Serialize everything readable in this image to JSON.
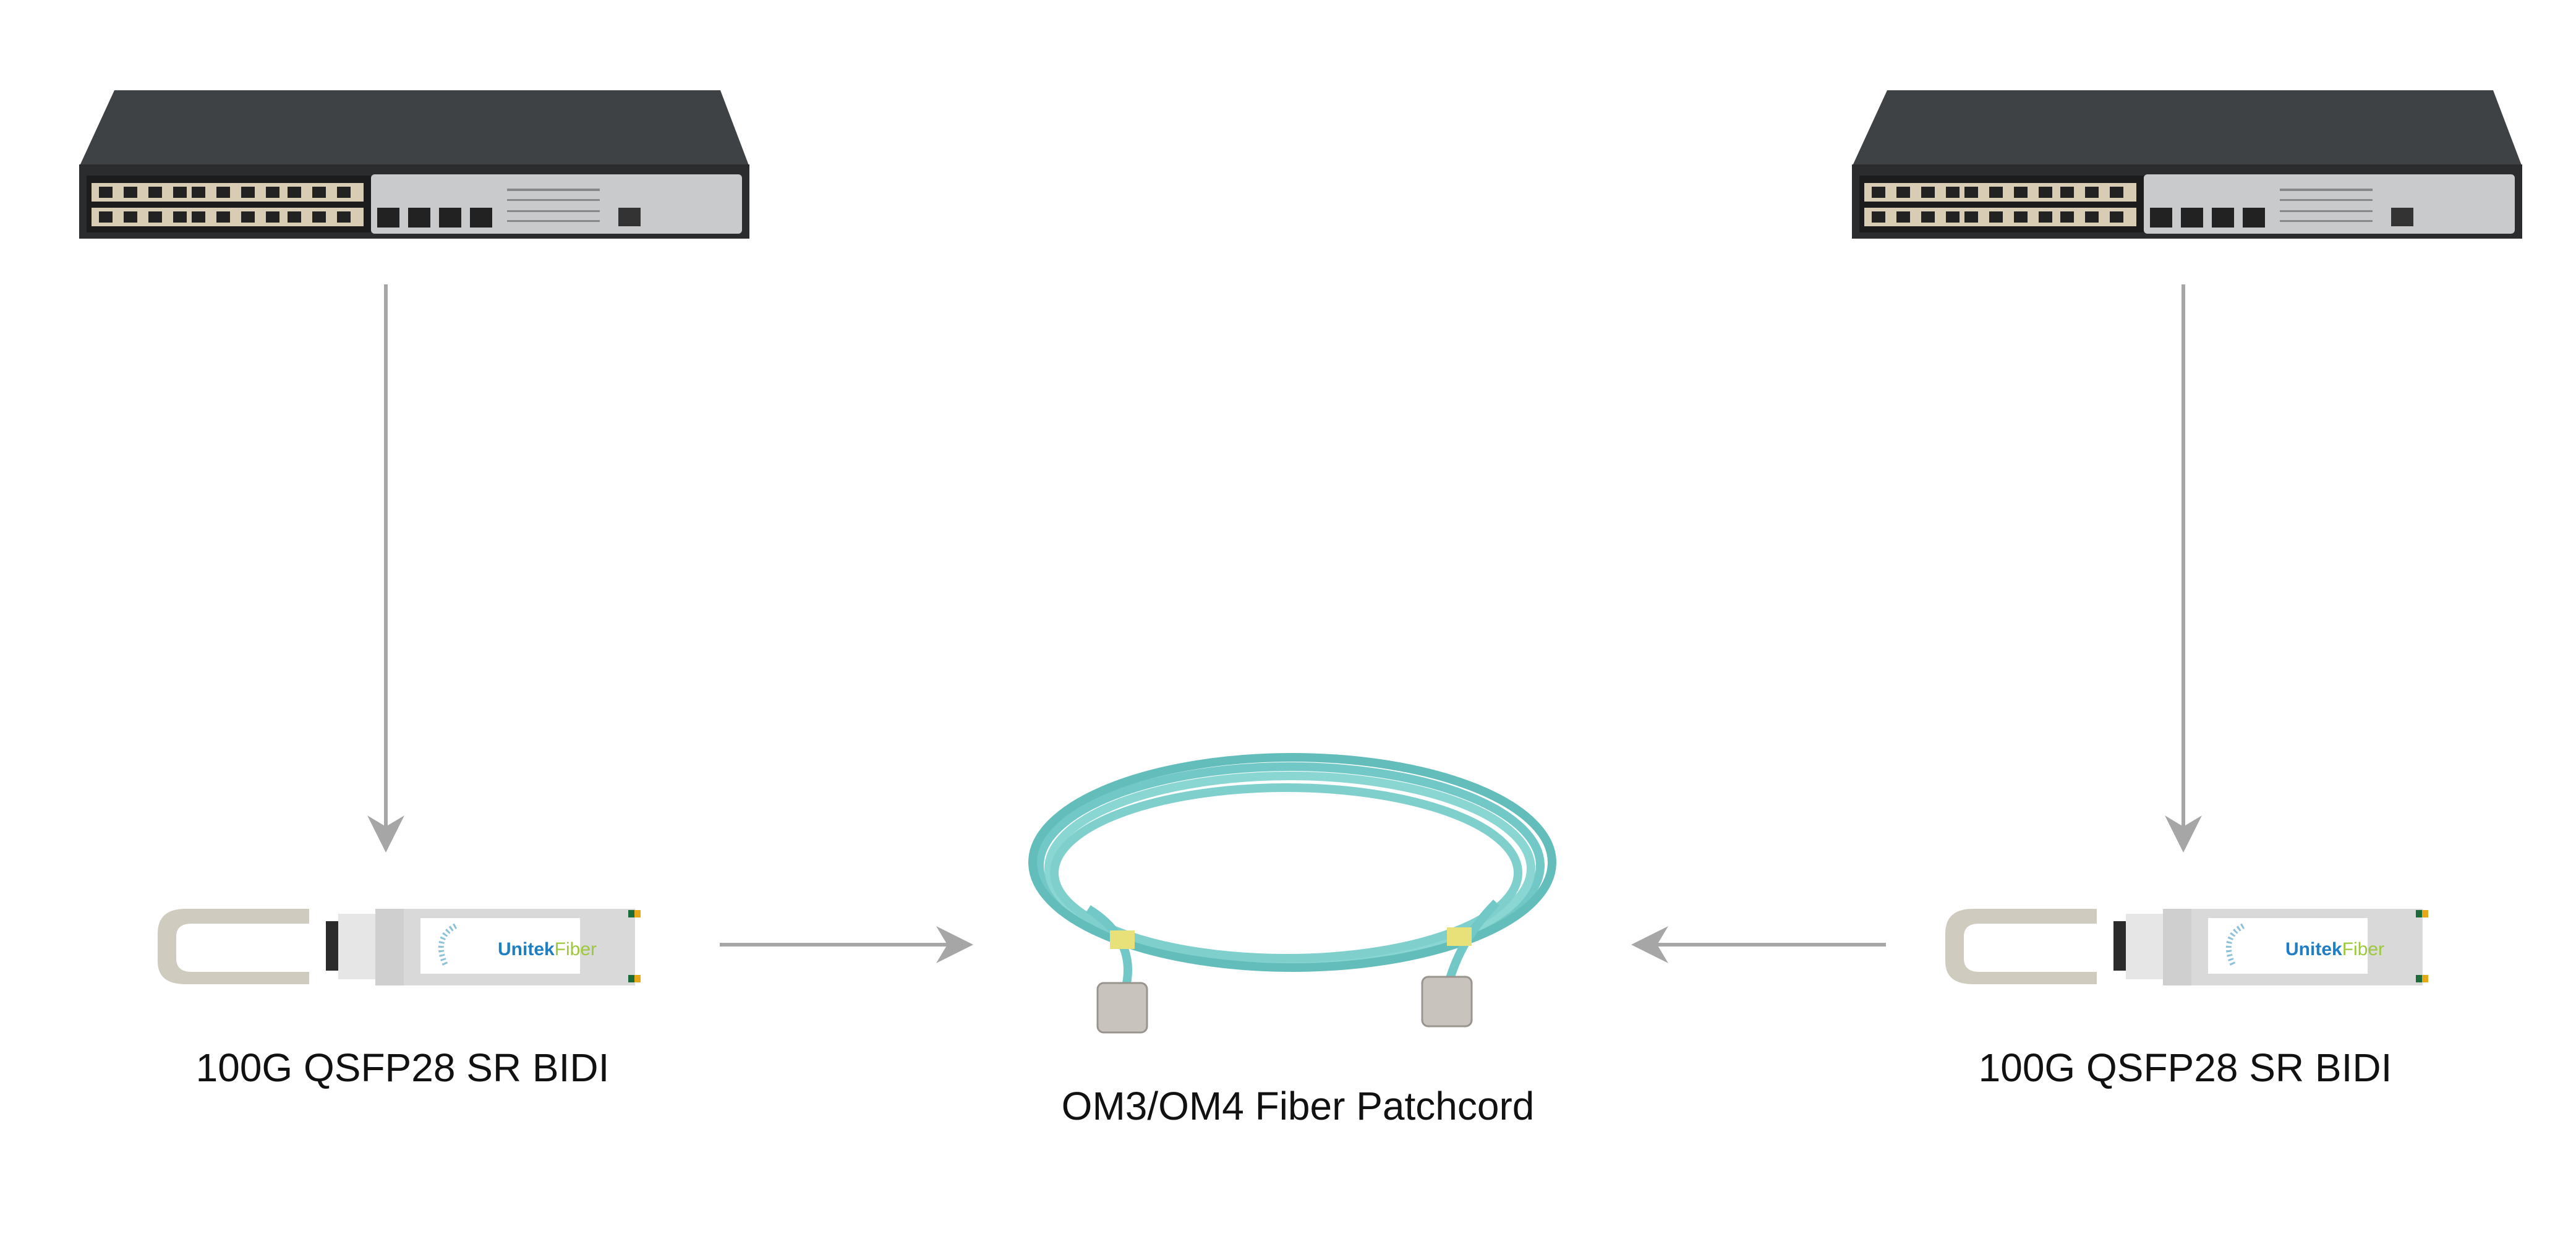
{
  "labels": {
    "left_transceiver": "100G QSFP28 SR BIDI",
    "right_transceiver": "100G QSFP28 SR BIDI",
    "patchcord": "OM3/OM4 Fiber Patchcord"
  },
  "logo_text": {
    "unitek": "Unitek",
    "fiber": "Fiber"
  },
  "nodes": [
    {
      "id": "switch-left",
      "icon": "network-switch"
    },
    {
      "id": "switch-right",
      "icon": "network-switch"
    },
    {
      "id": "transceiver-left",
      "icon": "qsfp28-transceiver"
    },
    {
      "id": "transceiver-right",
      "icon": "qsfp28-transceiver"
    },
    {
      "id": "patchcord",
      "icon": "fiber-patchcord"
    }
  ],
  "edges": [
    {
      "from": "switch-left",
      "to": "transceiver-left"
    },
    {
      "from": "switch-right",
      "to": "transceiver-right"
    },
    {
      "from": "transceiver-left",
      "to": "patchcord"
    },
    {
      "from": "transceiver-right",
      "to": "patchcord"
    }
  ],
  "colors": {
    "arrow": "#a6a6a6",
    "fiber": "#72c8c6",
    "switch": "#3c3f42",
    "logo_blue": "#1f7fc4",
    "logo_green": "#9cc83a"
  }
}
